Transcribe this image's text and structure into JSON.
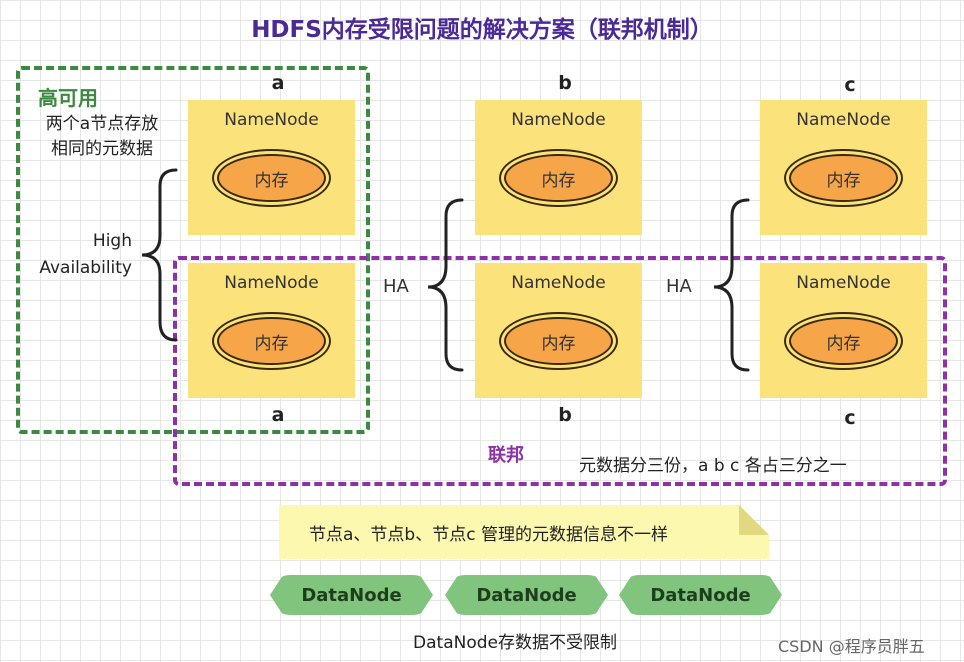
{
  "title": "HDFS内存受限问题的解决方案（联邦机制）",
  "ha": {
    "title": "高可用",
    "desc_line1": "两个a节点存放",
    "desc_line2": "相同的元数据",
    "label_line1": "High",
    "label_line2": "Availability"
  },
  "ha_short": "HA",
  "columns": [
    "a",
    "b",
    "c"
  ],
  "node_label": "NameNode",
  "memory_label": "内存",
  "federation": {
    "title": "联邦",
    "desc": "元数据分三份，a b c 各占三分之一"
  },
  "note": "节点a、节点b、节点c 管理的元数据信息不一样",
  "datanodes": [
    "DataNode",
    "DataNode",
    "DataNode"
  ],
  "datanode_caption": "DataNode存数据不受限制",
  "watermark": "CSDN @程序员胖五",
  "colors": {
    "title": "#4b2a98",
    "ha_border": "#3c8a3f",
    "federation_border": "#8c32a6",
    "namenode_fill": "#fbe27a",
    "memory_fill": "#f7a549",
    "datanode_fill": "#80c47e",
    "note_fill": "#fdf8b0"
  }
}
